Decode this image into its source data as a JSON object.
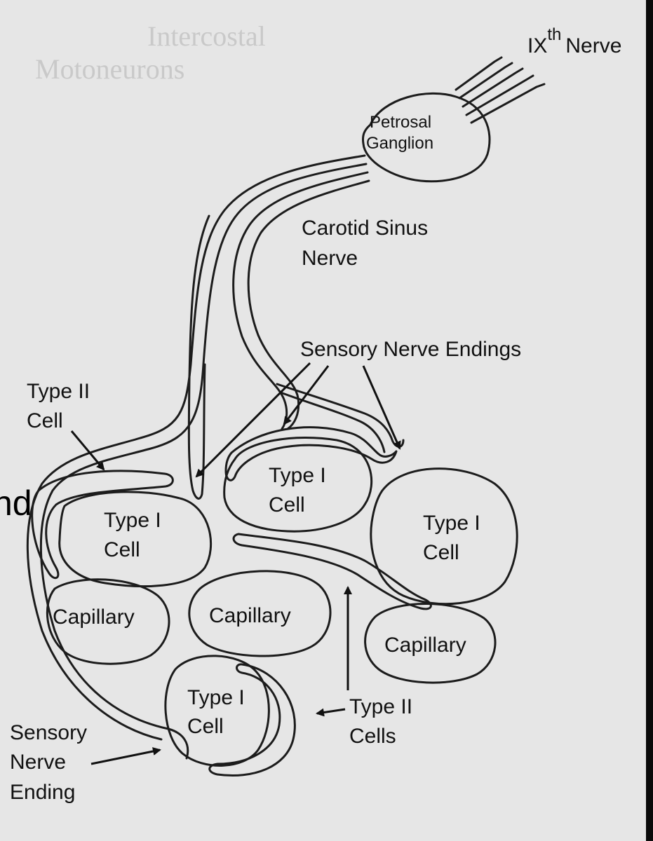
{
  "labels": {
    "ix_nerve": "IX",
    "ix_sup": "th",
    "ix_nerve_rest": "Nerve",
    "petrosal_1": "Petrosal",
    "petrosal_2": "Ganglion",
    "carotid_1": "Carotid Sinus",
    "carotid_2": "Nerve",
    "sensory_endings": "Sensory Nerve Endings",
    "type2_cell_1": "Type II",
    "type2_cell_2": "Cell",
    "type1_a_1": "Type I",
    "type1_a_2": "Cell",
    "type1_b_1": "Type I",
    "type1_b_2": "Cell",
    "type1_c_1": "Type I",
    "type1_c_2": "Cell",
    "type1_d_1": "Type I",
    "type1_d_2": "Cell",
    "capillary_left": "Capillary",
    "capillary_mid": "Capillary",
    "capillary_right": "Capillary",
    "type2_cells_1": "Type II",
    "type2_cells_2": "Cells",
    "sensory_ending_1": "Sensory",
    "sensory_ending_2": "Nerve",
    "sensory_ending_3": "Ending",
    "edge_fragment": "nd"
  },
  "background_text": [
    "Intercostal",
    "Motoneurons"
  ]
}
